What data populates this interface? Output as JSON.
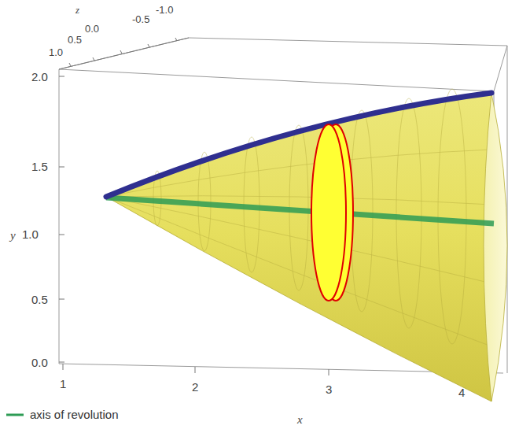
{
  "diagram": {
    "labels": [
      "z",
      "-1.0",
      "-0.5",
      "0.0",
      "0.5",
      "1.0",
      "2.0",
      "1.5",
      "y",
      "1.0",
      "0.5",
      "0.0",
      "1",
      "2",
      "3",
      "4",
      "x"
    ],
    "legend": [
      {
        "text": "axis of revolution"
      }
    ]
  }
}
